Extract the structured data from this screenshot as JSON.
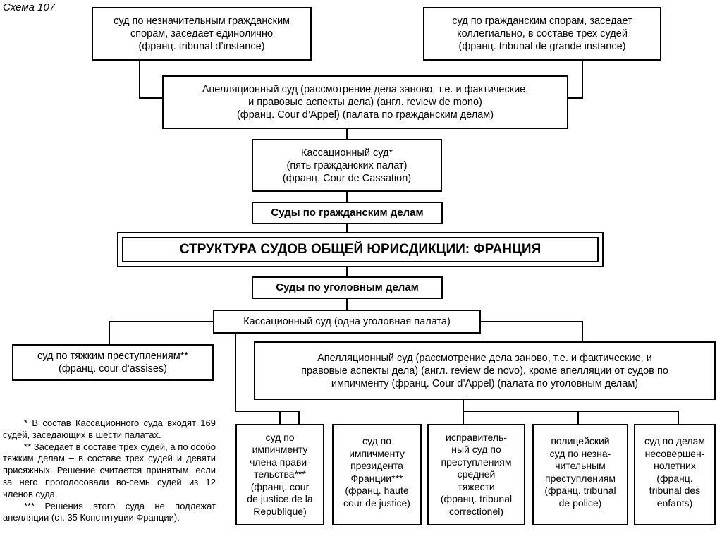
{
  "scheme_label": "Схема 107",
  "title": "СТРУКТУРА СУДОВ ОБЩЕЙ ЮРИСДИКЦИИ: ФРАНЦИЯ",
  "civil": {
    "heading": "Суды по гражданским делам",
    "instance_court": [
      "суд по незначительным гражданским",
      "спорам, заседает единолично",
      "(франц. tribunal d’instance)"
    ],
    "grande_instance_court": [
      "суд по гражданским спорам, заседает",
      "коллегиально, в составе трех судей",
      "(франц. tribunal de grande instance)"
    ],
    "appeal_court": [
      "Апелляционный суд (рассмотрение дела заново, т.е. и фактические,",
      "и правовые аспекты дела) (англ. review de mono)",
      "(франц. Cour d’Appel) (палата по гражданским делам)"
    ],
    "cassation_court": [
      "Кассационный суд*",
      "(пять гражданских палат)",
      "(франц. Cour de Cassation)"
    ]
  },
  "criminal": {
    "heading": "Суды по уголовным делам",
    "cassation_court": "Кассационный суд (одна уголовная палата)",
    "assizes_court": [
      "суд по тяжким преступлениям**",
      "(франц. cour d’assises)"
    ],
    "appeal_court": [
      "Апелляционный суд (рассмотрение дела заново, т.е. и фактические, и",
      "правовые аспекты дела) (англ. review de  novo), кроме апелляции от судов по",
      "импичменту (франц. Cour d’Appel) (палата по уголовным делам)"
    ],
    "impeachment_minister": [
      "суд по",
      "импичменту",
      "члена прави-",
      "тельства***",
      "(франц. cour",
      "de justice de la",
      "Republique)"
    ],
    "impeachment_president": [
      "суд по",
      "импичменту",
      "президента",
      "Франции***",
      "(франц. haute",
      "cour de justice)"
    ],
    "correctional_court": [
      "исправитель-",
      "ный суд по",
      "преступлениям",
      "средней",
      "тяжести",
      "(франц. tribunal",
      "correctionel)"
    ],
    "police_court": [
      "полицейский",
      "суд по незна-",
      "чительным",
      "преступлениям",
      "(франц. tribunal",
      "de police)"
    ],
    "juvenile_court": [
      "суд по делам",
      "несовершен-",
      "нолетних",
      "(франц.",
      "tribunal des",
      "enfants)"
    ]
  },
  "notes": [
    "* В состав Кассационного суда входят 169 судей, заседающих в шести палатах.",
    "** Заседает в составе трех судей, а по особо тяжким делам – в составе трех судей и девяти присяжных. Решение считается принятым, если за него проголосовали во-семь судей из 12 членов суда.",
    "*** Решения этого суда не подлежат апелляции (ст. 35 Конституции Франции)."
  ]
}
